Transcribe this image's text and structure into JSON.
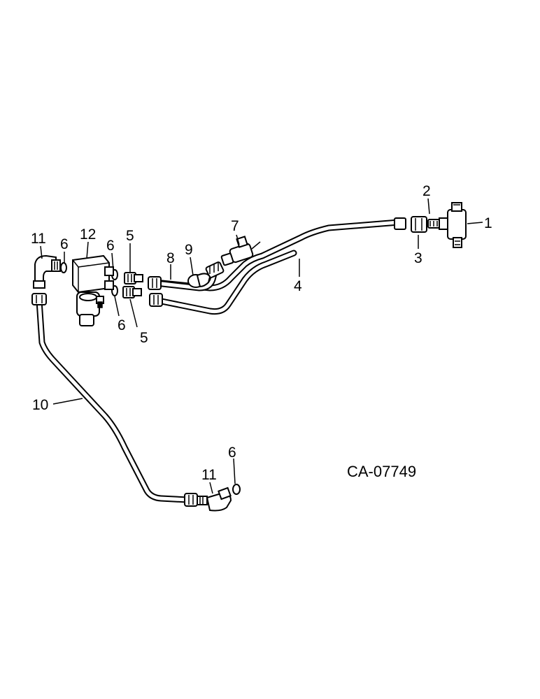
{
  "diagram_code": "CA-07749",
  "callouts": {
    "c1": "1",
    "c2": "2",
    "c3": "3",
    "c4": "4",
    "c5a": "5",
    "c5b": "5",
    "c6a": "6",
    "c6b": "6",
    "c6c": "6",
    "c6d": "6",
    "c7": "7",
    "c8": "8",
    "c9": "9",
    "c10": "10",
    "c11a": "11",
    "c11b": "11",
    "c12": "12"
  }
}
